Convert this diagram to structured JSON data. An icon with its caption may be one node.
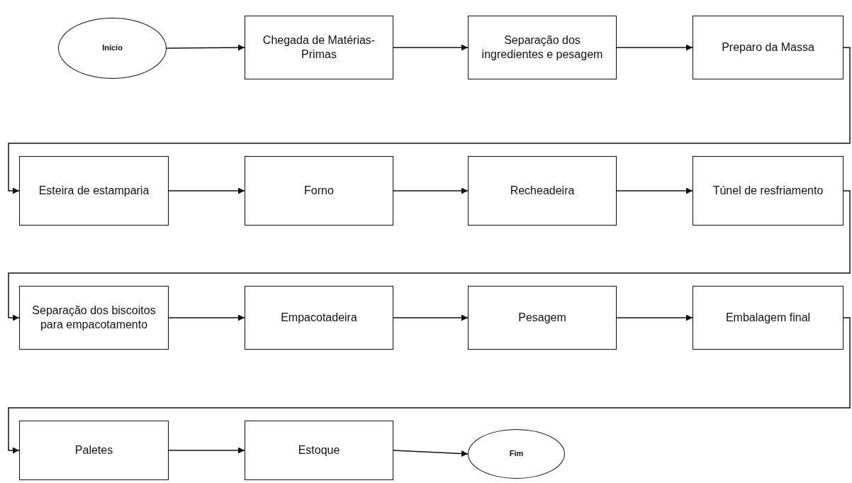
{
  "diagram": {
    "nodes": [
      {
        "text": [
          "Início"
        ]
      },
      {
        "text": [
          "Chegada de Matérias-Primas"
        ]
      },
      {
        "text": [
          "Separação dos ingredientes e pesagem"
        ]
      },
      {
        "text": [
          "Preparo da Massa"
        ]
      },
      {
        "text": [
          "Esteira de estamparia"
        ]
      },
      {
        "text": [
          "Forno"
        ]
      },
      {
        "text": [
          "Recheadeira"
        ]
      },
      {
        "text": [
          "Túnel de resfriamento"
        ]
      },
      {
        "text": [
          "Separação dos biscoitos para empacotamento"
        ]
      },
      {
        "text": [
          "Empacotadeira"
        ]
      },
      {
        "text": [
          "Pesagem"
        ]
      },
      {
        "text": [
          "Embalagem final"
        ]
      },
      {
        "text": [
          "Paletes"
        ]
      },
      {
        "text": [
          "Estoque"
        ]
      },
      {
        "text": [
          "Fim"
        ]
      }
    ],
    "edges": [
      {
        "from": 0,
        "to": 1,
        "arrow": "to"
      },
      {
        "from": 1,
        "to": 2,
        "arrow": "to"
      },
      {
        "from": 2,
        "to": 3,
        "arrow": "to"
      },
      {
        "from": 3,
        "to": 4,
        "arrow": "to"
      },
      {
        "from": 4,
        "to": 5,
        "arrow": "to"
      },
      {
        "from": 5,
        "to": 6,
        "arrow": "to"
      },
      {
        "from": 6,
        "to": 7,
        "arrow": "to"
      },
      {
        "from": 7,
        "to": 8,
        "arrow": "to"
      },
      {
        "from": 8,
        "to": 9,
        "arrow": "to"
      },
      {
        "from": 9,
        "to": 10,
        "arrow": "to"
      },
      {
        "from": 10,
        "to": 11,
        "arrow": "to"
      },
      {
        "from": 11,
        "to": 12,
        "arrow": "to"
      },
      {
        "from": 12,
        "to": 13,
        "arrow": "to"
      },
      {
        "from": 13,
        "to": 14,
        "arrow": "to"
      }
    ]
  }
}
